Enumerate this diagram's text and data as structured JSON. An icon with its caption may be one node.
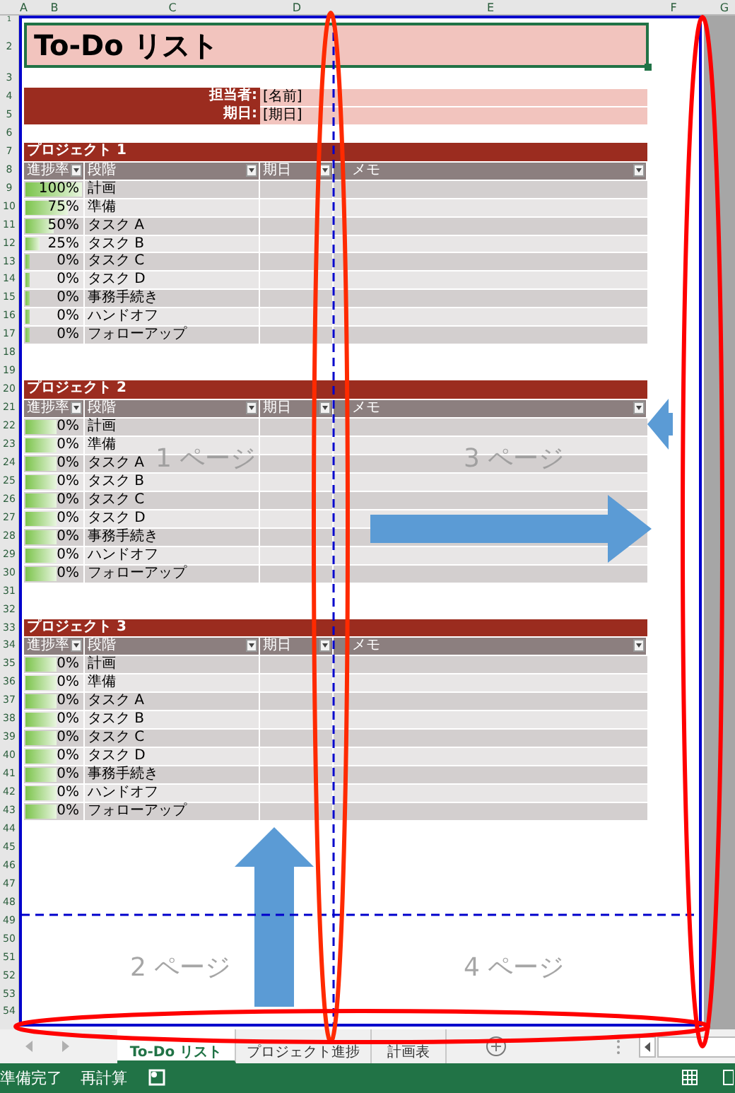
{
  "diagram": {
    "title": "To-Do リスト",
    "nodes": [
      {
        "text": [
          "担当者:",
          "[名前]",
          "期日:",
          "[期日]"
        ]
      },
      {
        "text": [
          "プロジェクト 1",
          "進捗率",
          "段階",
          "期日",
          "メモ",
          "100%",
          "計画",
          "75%",
          "準備",
          "50%",
          "タスク A",
          "25%",
          "タスク B",
          "0%",
          "タスク C",
          "0%",
          "タスク D",
          "0%",
          "事務手続き",
          "0%",
          "ハンドオフ",
          "0%",
          "フォローアップ"
        ]
      },
      {
        "text": [
          "プロジェクト 2",
          "進捗率",
          "段階",
          "期日",
          "メモ",
          "0%",
          "計画",
          "0%",
          "準備",
          "0%",
          "タスク A",
          "0%",
          "タスク B",
          "0%",
          "タスク C",
          "0%",
          "タスク D",
          "0%",
          "事務手続き",
          "0%",
          "ハンドオフ",
          "0%",
          "フォローアップ"
        ]
      },
      {
        "text": [
          "プロジェクト 3",
          "進捗率",
          "段階",
          "期日",
          "メモ",
          "0%",
          "計画",
          "0%",
          "準備",
          "0%",
          "タスク A",
          "0%",
          "タスク B",
          "0%",
          "タスク C",
          "0%",
          "タスク D",
          "0%",
          "事務手続き",
          "0%",
          "ハンドオフ",
          "0%",
          "フォローアップ"
        ]
      }
    ],
    "labels": [
      "A",
      "B",
      "C",
      "D",
      "E",
      "F",
      "G",
      "1",
      "2",
      "3",
      "4",
      "5",
      "6",
      "7",
      "8",
      "9",
      "10",
      "11",
      "12",
      "13",
      "14",
      "15",
      "16",
      "17",
      "18",
      "19",
      "20",
      "21",
      "22",
      "23",
      "24",
      "25",
      "26",
      "27",
      "28",
      "29",
      "30",
      "31",
      "32",
      "33",
      "34",
      "35",
      "36",
      "37",
      "38",
      "39",
      "40",
      "41",
      "42",
      "43",
      "44",
      "45",
      "46",
      "47",
      "48",
      "49",
      "50",
      "51",
      "52",
      "53",
      "54",
      "1 ページ",
      "3 ページ",
      "2 ページ",
      "4 ページ",
      "To-Do リスト",
      "プロジェクト進捗",
      "計画表",
      "準備完了",
      "再計算"
    ]
  }
}
